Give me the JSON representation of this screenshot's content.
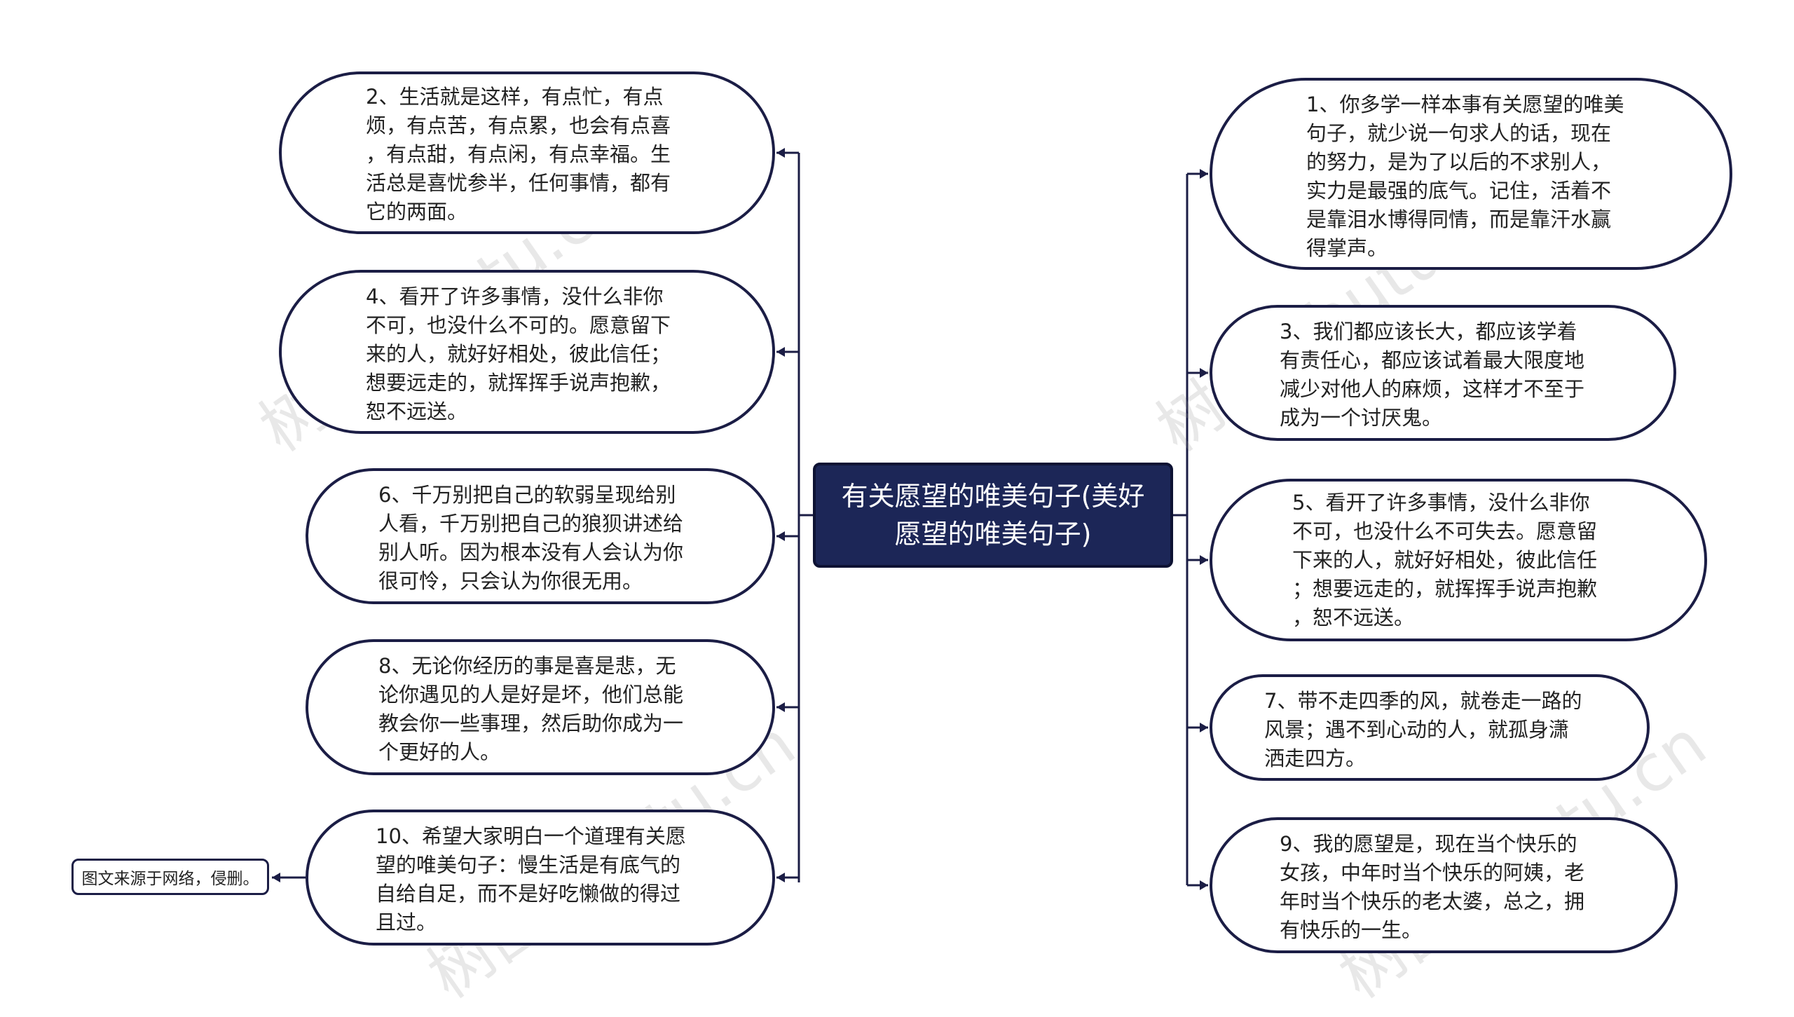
{
  "mindmap": {
    "center": "有关愿望的唯美句子(美好\n愿望的唯美句子)",
    "left": [
      {
        "text": "2、生活就是这样，有点忙，有点\n烦，有点苦，有点累，也会有点喜\n，有点甜，有点闲，有点幸福。生\n活总是喜忧参半，任何事情，都有\n它的两面。"
      },
      {
        "text": "4、看开了许多事情，没什么非你\n不可，也没什么不可的。愿意留下\n来的人，就好好相处，彼此信任；\n想要远走的，就挥挥手说声抱歉，\n恕不远送。"
      },
      {
        "text": "6、千万别把自己的软弱呈现给别\n人看，千万别把自己的狼狈讲述给\n别人听。因为根本没有人会认为你\n很可怜，只会认为你很无用。"
      },
      {
        "text": "8、无论你经历的事是喜是悲，无\n论你遇见的人是好是坏，他们总能\n教会你一些事理，然后助你成为一\n个更好的人。"
      },
      {
        "text": "10、希望大家明白一个道理有关愿\n望的唯美句子：慢生活是有底气的\n自给自足，而不是好吃懒做的得过\n且过。"
      }
    ],
    "right": [
      {
        "text": "1、你多学一样本事有关愿望的唯美\n句子，就少说一句求人的话，现在\n的努力，是为了以后的不求别人，\n实力是最强的底气。记住，活着不\n是靠泪水博得同情，而是靠汗水赢\n得掌声。"
      },
      {
        "text": "3、我们都应该长大，都应该学着\n有责任心，都应该试着最大限度地\n减少对他人的麻烦，这样才不至于\n成为一个讨厌鬼。"
      },
      {
        "text": "5、看开了许多事情，没什么非你\n不可，也没什么不可失去。愿意留\n下来的人，就好好相处，彼此信任\n；想要远走的，就挥挥手说声抱歉\n，恕不远送。"
      },
      {
        "text": "7、带不走四季的风，就卷走一路的\n风景；遇不到心动的人，就孤身潇\n洒走四方。"
      },
      {
        "text": "9、我的愿望是，现在当个快乐的\n女孩，中年时当个快乐的阿姨，老\n年时当个快乐的老太婆，总之，拥\n有快乐的一生。"
      }
    ],
    "note": "图文来源于网络，侵删。",
    "watermark": "树图 shutu.cn",
    "colors": {
      "line": "#1b1d45",
      "center_bg": "#1c2657",
      "center_text": "#ffffff"
    }
  }
}
